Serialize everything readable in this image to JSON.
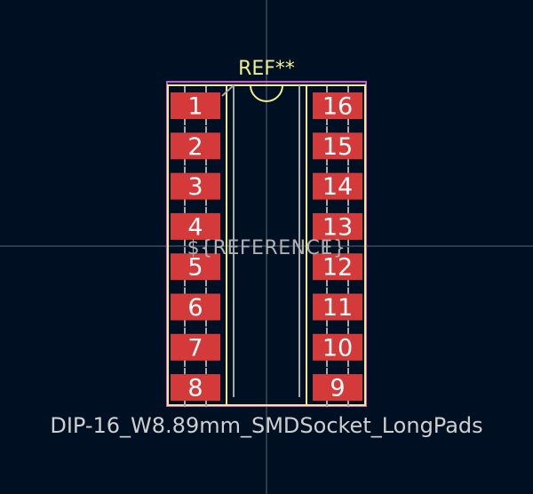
{
  "footprint": {
    "reference": "REF**",
    "reference_field": "${REFERENCE}",
    "value": "DIP-16_W8.89mm_SMDSocket_LongPads"
  },
  "pads": {
    "left": [
      "1",
      "2",
      "3",
      "4",
      "5",
      "6",
      "7",
      "8"
    ],
    "right": [
      "16",
      "15",
      "14",
      "13",
      "12",
      "11",
      "10",
      "9"
    ]
  },
  "colors": {
    "background": "#001023",
    "pad": "#d43a3a",
    "silkscreen": "#f1ed8f",
    "courtyard": "#d64fd6",
    "fabrication": "#a8a8a8"
  }
}
